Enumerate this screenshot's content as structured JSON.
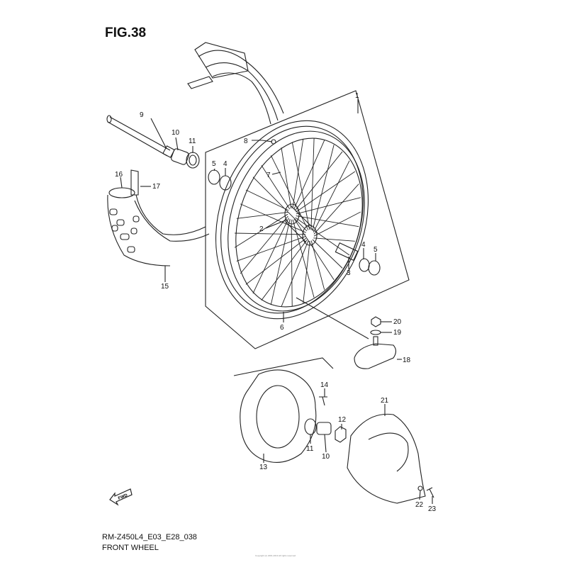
{
  "figure_title": "FIG.38",
  "model_code": "RM-Z450L4_E03_E28_038",
  "diagram_name": "FRONT WHEEL",
  "copyright_note": "Copyright (c) 2001-2013 All rights reserved",
  "fwd_arrow_label": "FWD",
  "callouts": [
    "1",
    "9",
    "10",
    "11",
    "8",
    "5",
    "4",
    "7",
    "16",
    "17",
    "2",
    "4",
    "5",
    "3",
    "15",
    "6",
    "20",
    "19",
    "18",
    "14",
    "21",
    "12",
    "11",
    "10",
    "13",
    "22",
    "23"
  ]
}
